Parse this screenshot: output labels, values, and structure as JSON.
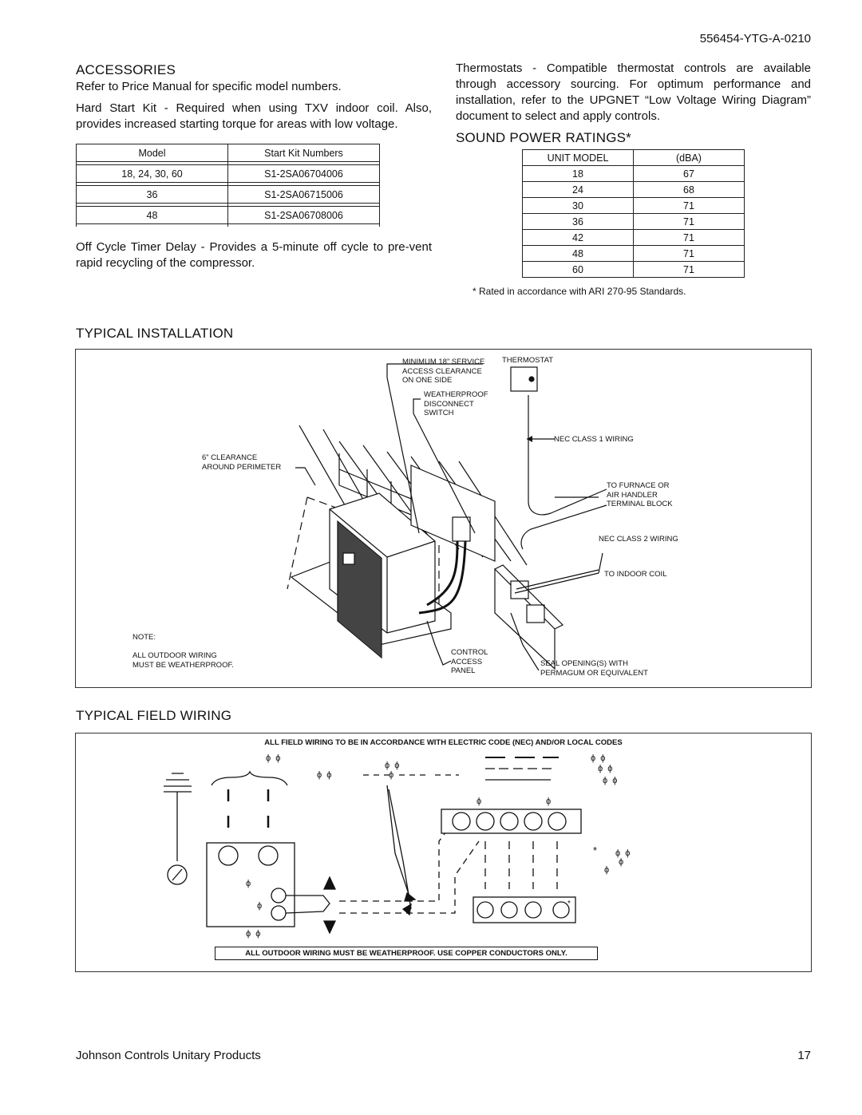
{
  "doc_id": "556454-YTG-A-0210",
  "accessories": {
    "heading": "ACCESSORIES",
    "intro": "Refer to Price Manual for specific model numbers.",
    "hard_start": "Hard Start Kit  - Required when using TXV indoor coil. Also, provides increased starting torque for areas with low voltage.",
    "table": {
      "headers": [
        "Model",
        "Start Kit Numbers"
      ],
      "rows": [
        [
          "18, 24, 30, 60",
          "S1-2SA06704006"
        ],
        [
          "36",
          "S1-2SA06715006"
        ],
        [
          "48",
          "S1-2SA06708006"
        ]
      ]
    },
    "off_cycle": "Off Cycle Timer Delay  - Provides a 5-minute off cycle to pre-vent rapid recycling of the compressor."
  },
  "thermostats_text": "Thermostats  - Compatible thermostat controls are available through accessory sourcing. For optimum performance and installation, refer to the UPGNET “Low Voltage Wiring Diagram” document to select and apply controls.",
  "sound": {
    "heading": "SOUND POWER RATINGS*",
    "headers": [
      "UNIT MODEL",
      "(dBA)"
    ],
    "rows": [
      [
        "18",
        "67"
      ],
      [
        "24",
        "68"
      ],
      [
        "30",
        "71"
      ],
      [
        "36",
        "71"
      ],
      [
        "42",
        "71"
      ],
      [
        "48",
        "71"
      ],
      [
        "60",
        "71"
      ]
    ],
    "footnote": "* Rated in accordance with ARI 270-95 Standards."
  },
  "installation": {
    "heading": "TYPICAL INSTALLATION",
    "labels": {
      "service_clearance": "MINIMUM 18” SERVICE\nACCESS CLEARANCE\nON ONE SIDE",
      "thermostat": "THERMOSTAT",
      "disconnect": "WEATHERPROOF\nDISCONNECT\nSWITCH",
      "nec1": "NEC CLASS 1 WIRING",
      "clearance6": "6” CLEARANCE\nAROUND PERIMETER",
      "furnace": "TO FURNACE OR\nAIR HANDLER\nTERMINAL BLOCK",
      "nec2": "NEC CLASS 2 WIRING",
      "indoor_coil": "TO INDOOR COIL",
      "note": "NOTE:\n\nALL OUTDOOR WIRING\nMUST BE WEATHERPROOF.",
      "control_panel": "CONTROL\nACCESS\nPANEL",
      "seal": "SEAL OPENING(S) WITH\nPERMAGUM OR EQUIVALENT"
    }
  },
  "field_wiring": {
    "heading": "TYPICAL FIELD WIRING",
    "top_note": "ALL FIELD WIRING TO BE IN ACCORDANCE WITH ELECTRIC CODE (NEC)  AND/OR LOCAL CODES",
    "bottom_note": "ALL OUTDOOR WIRING MUST BE WEATHERPROOF.   USE COPPER CONDUCTORS ONLY.",
    "glyphs": {
      "phi_pair": "ϕ  ϕ",
      "phi": "ϕ",
      "star": "*"
    }
  },
  "footer": {
    "company": "Johnson Controls Unitary Products",
    "page": "17"
  }
}
